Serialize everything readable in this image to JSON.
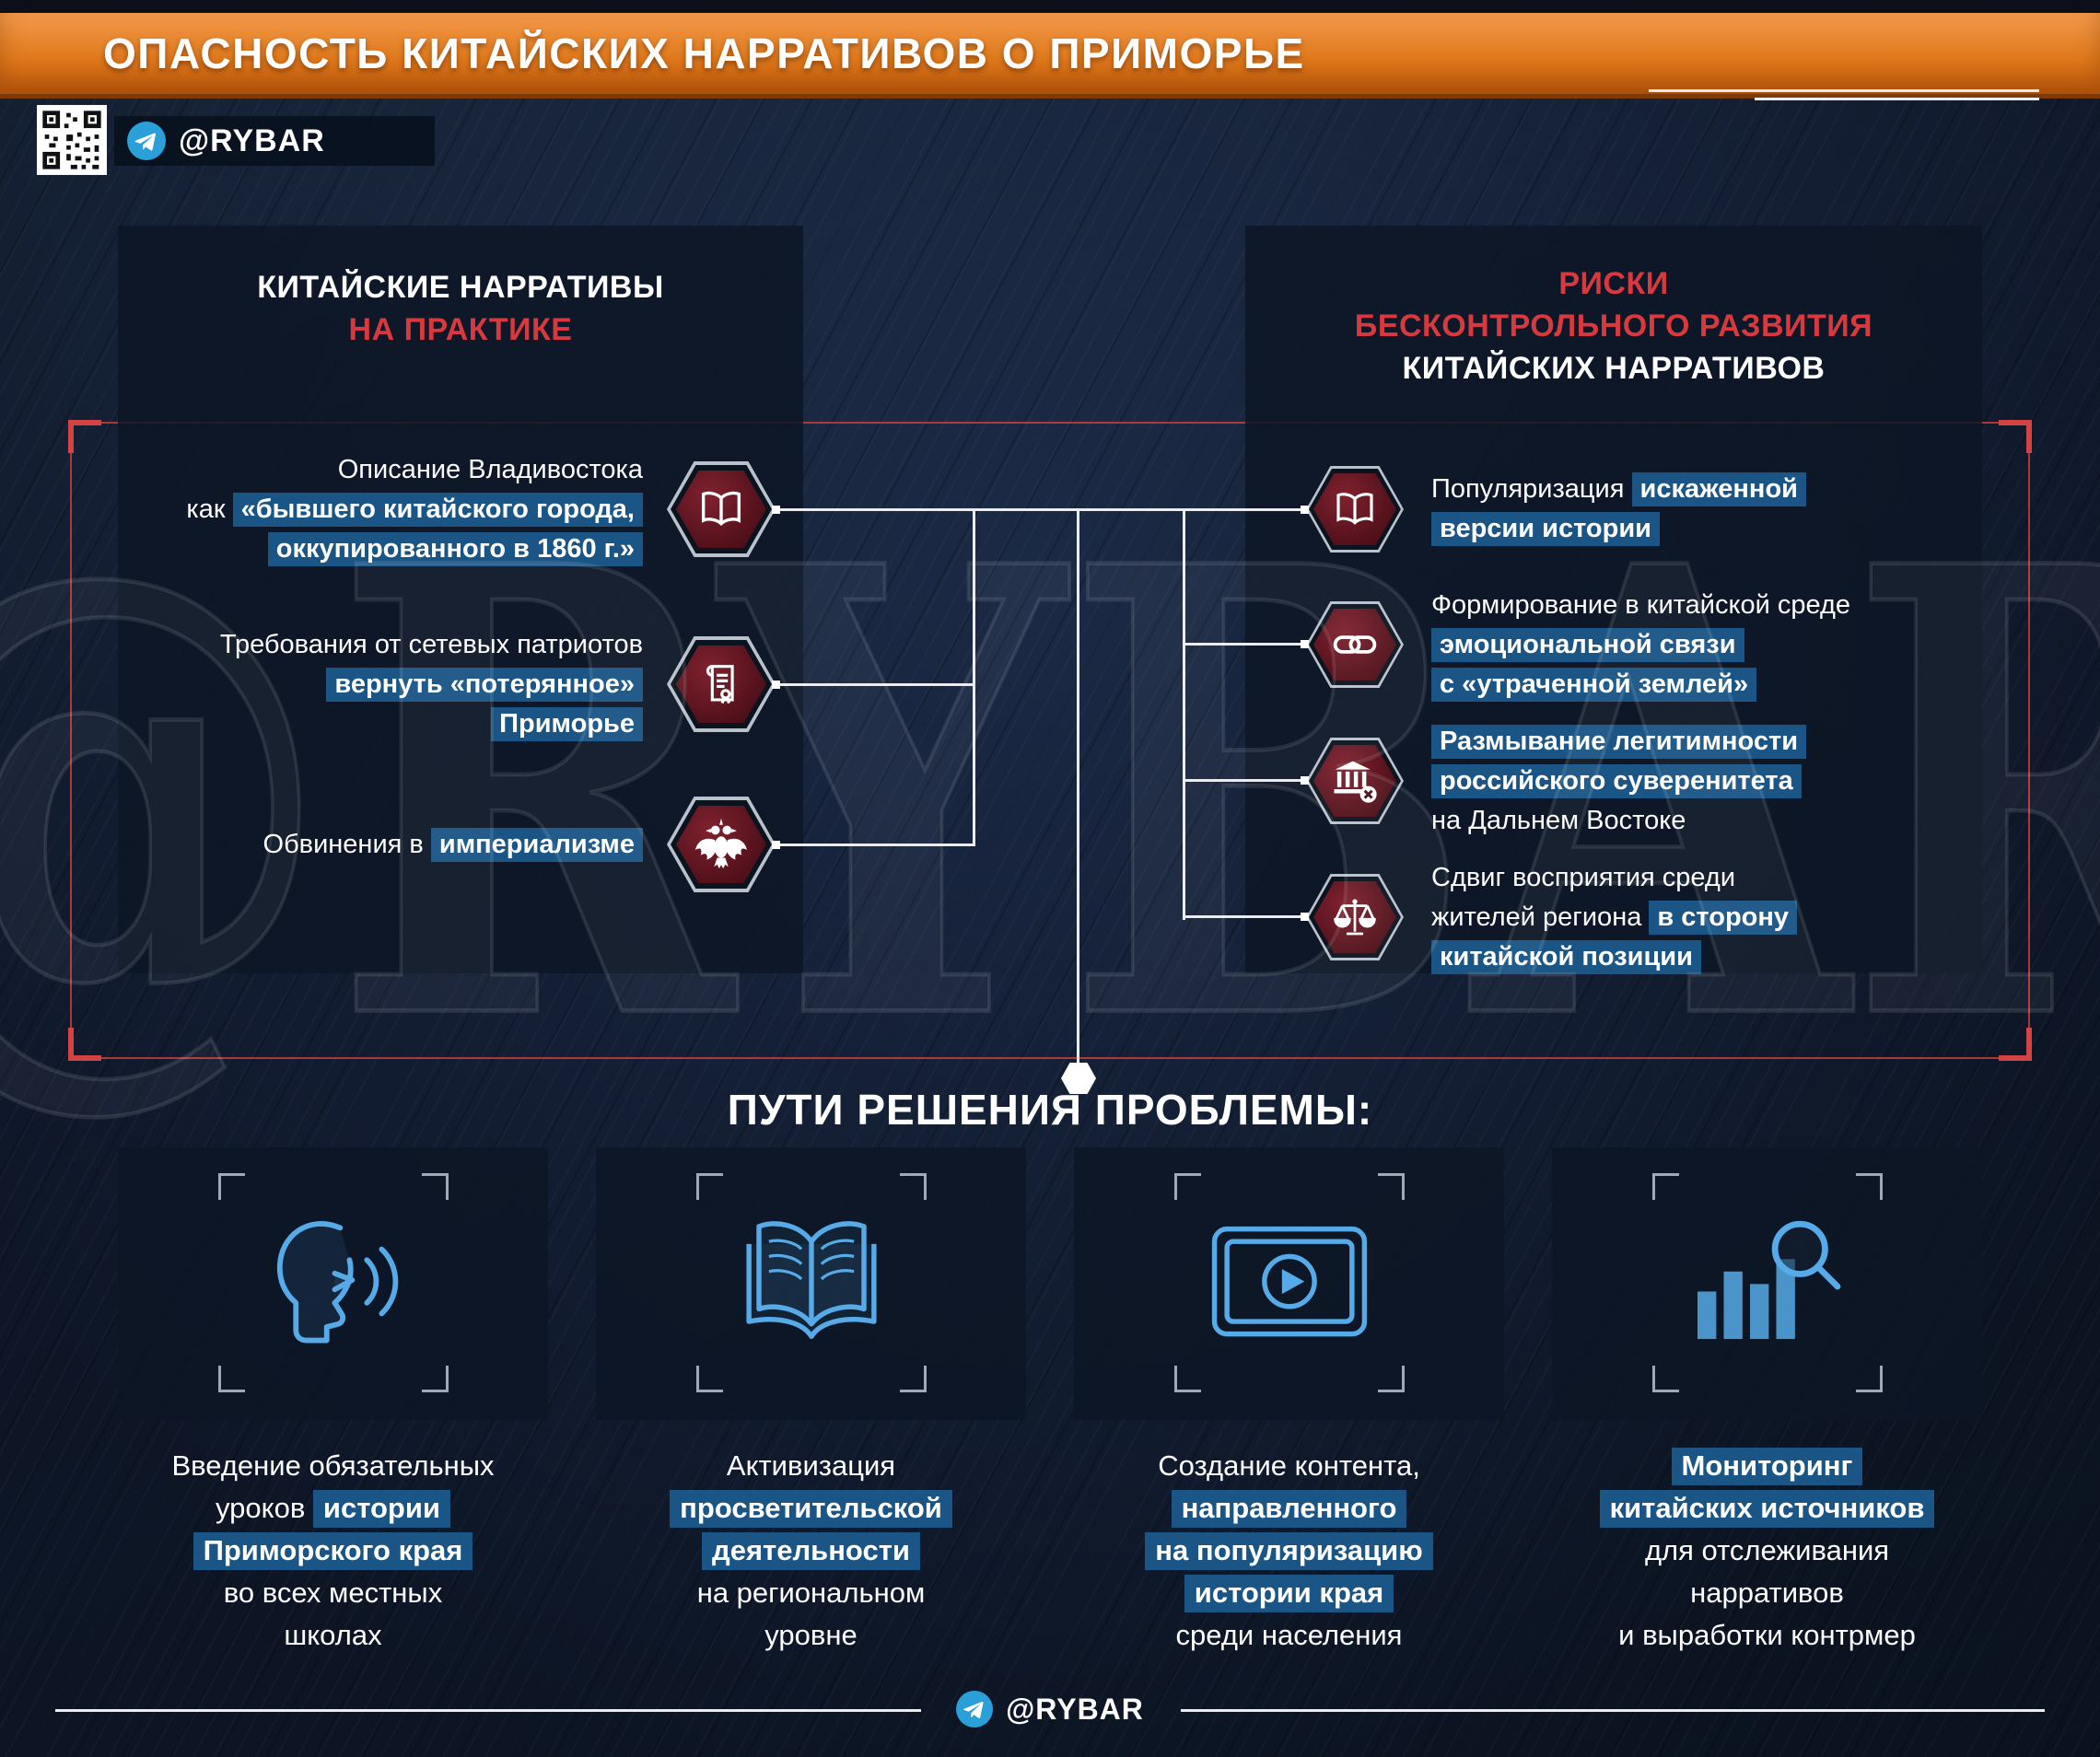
{
  "header": {
    "title": "ОПАСНОСТЬ КИТАЙСКИХ НАРРАТИВОВ О ПРИМОРЬЕ",
    "brand": "@RYBAR"
  },
  "watermark": "@RYBAR",
  "colors": {
    "accent_orange": "#e07a1d",
    "accent_red": "#d8393f",
    "highlight_blue": "#1a5585",
    "icon_blue": "#57aae8",
    "hexagon_red": "#5b141f"
  },
  "left_panel": {
    "title_white": "КИТАЙСКИЕ НАРРАТИВЫ",
    "title_red": "НА ПРАКТИКЕ",
    "items": [
      {
        "icon": "open-book-icon",
        "lines": [
          [
            {
              "t": "Описание Владивостока",
              "h": false
            }
          ],
          [
            {
              "t": "как ",
              "h": false
            },
            {
              "t": "«бывшего китайского города,",
              "h": true
            }
          ],
          [
            {
              "t": "оккупированного в 1860 г.»",
              "h": true
            }
          ]
        ]
      },
      {
        "icon": "scroll-decree-icon",
        "lines": [
          [
            {
              "t": "Требования от сетевых патриотов",
              "h": false
            }
          ],
          [
            {
              "t": "вернуть «потерянное»",
              "h": true
            }
          ],
          [
            {
              "t": "Приморье",
              "h": true
            }
          ]
        ]
      },
      {
        "icon": "double-eagle-icon",
        "lines": [
          [
            {
              "t": "Обвинения в ",
              "h": false
            },
            {
              "t": "империализме",
              "h": true
            }
          ]
        ]
      }
    ]
  },
  "right_panel": {
    "title_red1": "РИСКИ",
    "title_red2": "БЕСКОНТРОЛЬНОГО РАЗВИТИЯ",
    "title_white": "КИТАЙСКИХ НАРРАТИВОВ",
    "items": [
      {
        "icon": "open-book-icon",
        "lines": [
          [
            {
              "t": "Популяризация ",
              "h": false
            },
            {
              "t": "искаженной",
              "h": true
            }
          ],
          [
            {
              "t": "версии истории",
              "h": true
            }
          ]
        ]
      },
      {
        "icon": "chain-link-icon",
        "lines": [
          [
            {
              "t": "Формирование в китайской среде",
              "h": false
            }
          ],
          [
            {
              "t": "эмоциональной связи",
              "h": true
            }
          ],
          [
            {
              "t": "с «утраченной землей»",
              "h": true
            }
          ]
        ]
      },
      {
        "icon": "bank-crossed-icon",
        "lines": [
          [
            {
              "t": "Размывание легитимности",
              "h": true
            }
          ],
          [
            {
              "t": "российского суверенитета",
              "h": true
            }
          ],
          [
            {
              "t": "на Дальнем Востоке",
              "h": false
            }
          ]
        ]
      },
      {
        "icon": "scales-icon",
        "lines": [
          [
            {
              "t": "Сдвиг восприятия среди",
              "h": false
            }
          ],
          [
            {
              "t": "жителей региона ",
              "h": false
            },
            {
              "t": "в сторону",
              "h": true
            }
          ],
          [
            {
              "t": "китайской позиции",
              "h": true
            }
          ]
        ]
      }
    ]
  },
  "solutions": {
    "title": "ПУТИ РЕШЕНИЯ ПРОБЛЕМЫ:",
    "cards": [
      {
        "icon": "speaking-head-icon",
        "lines": [
          [
            {
              "t": "Введение обязательных",
              "h": false
            }
          ],
          [
            {
              "t": "уроков ",
              "h": false
            },
            {
              "t": "истории",
              "h": true
            }
          ],
          [
            {
              "t": "Приморского края",
              "h": true
            }
          ],
          [
            {
              "t": "во всех местных",
              "h": false
            }
          ],
          [
            {
              "t": "школах",
              "h": false
            }
          ]
        ]
      },
      {
        "icon": "open-book-outline-icon",
        "lines": [
          [
            {
              "t": "Активизация",
              "h": false
            }
          ],
          [
            {
              "t": "просветительской",
              "h": true
            }
          ],
          [
            {
              "t": "деятельности",
              "h": true
            }
          ],
          [
            {
              "t": "на региональном",
              "h": false
            }
          ],
          [
            {
              "t": "уровне",
              "h": false
            }
          ]
        ]
      },
      {
        "icon": "video-player-icon",
        "lines": [
          [
            {
              "t": "Создание контента,",
              "h": false
            }
          ],
          [
            {
              "t": "направленного",
              "h": true
            }
          ],
          [
            {
              "t": "на популяризацию",
              "h": true
            }
          ],
          [
            {
              "t": "истории края",
              "h": true
            }
          ],
          [
            {
              "t": "среди населения",
              "h": false
            }
          ]
        ]
      },
      {
        "icon": "chart-magnifier-icon",
        "lines": [
          [
            {
              "t": "Мониторинг",
              "h": true
            }
          ],
          [
            {
              "t": "китайских источников",
              "h": true
            }
          ],
          [
            {
              "t": "для отслеживания",
              "h": false
            }
          ],
          [
            {
              "t": "нарративов",
              "h": false
            }
          ],
          [
            {
              "t": "и выработки контрмер",
              "h": false
            }
          ]
        ]
      }
    ]
  },
  "footer": {
    "brand": "@RYBAR"
  }
}
